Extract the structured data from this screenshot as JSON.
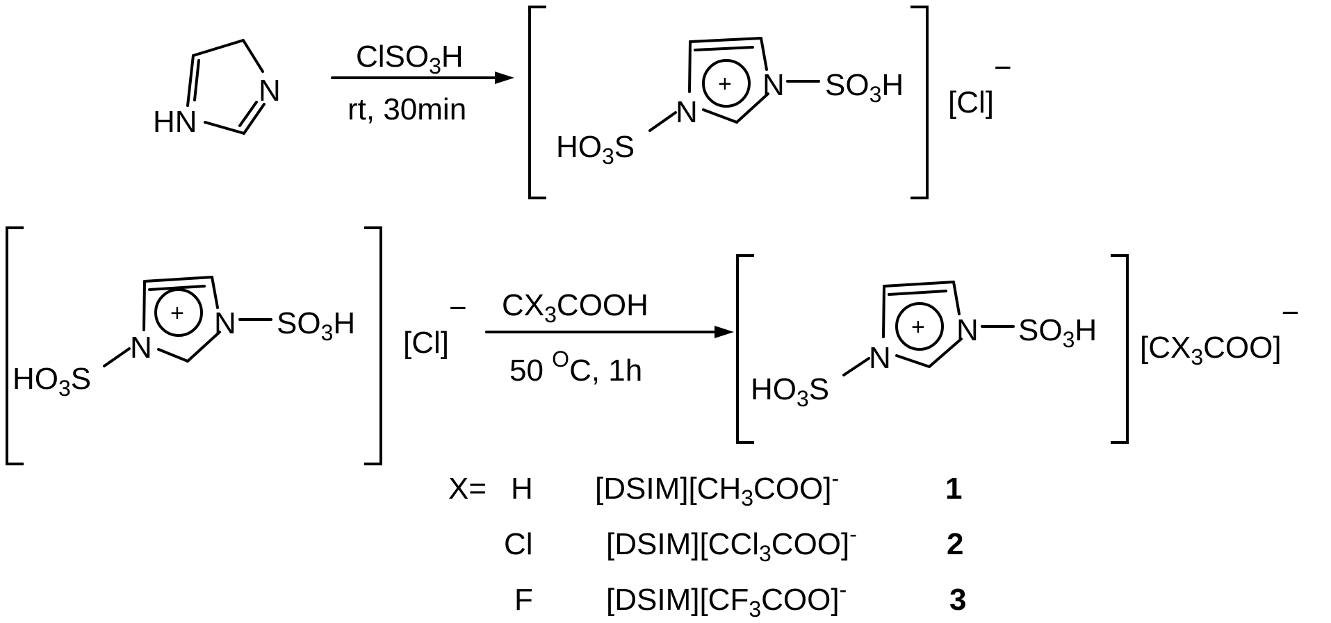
{
  "colors": {
    "ink": "#000000",
    "background": "#ffffff"
  },
  "reaction1": {
    "reactant_atoms": {
      "hn": "HN",
      "n": "N"
    },
    "reagent": {
      "main": "ClSO",
      "sub": "3",
      "tail": "H"
    },
    "conditions": "rt, 30min"
  },
  "cation_labels": {
    "n_left": "N",
    "n_right": "N",
    "charge": "+",
    "sulfonyl_right": {
      "main": "SO",
      "sub": "3",
      "tail": "H"
    },
    "sulfonyl_left": {
      "main": "HO",
      "sub": "3",
      "tail": "S"
    }
  },
  "anion_cl": {
    "text": "[Cl]",
    "charge": "−"
  },
  "reaction2": {
    "reagent": {
      "main": "CX",
      "sub": "3",
      "tail": "COOH"
    },
    "conditions": {
      "prefix": "50 ",
      "sup": "O",
      "suffix": "C, 1h"
    }
  },
  "anion_product": {
    "main": "[CX",
    "sub": "3",
    "tail": "COO]",
    "charge": "−"
  },
  "legend": {
    "x_label": "X=",
    "rows": [
      {
        "x": "H",
        "name": {
          "main": "[DSIM][CH",
          "sub": "3",
          "tail": "COO]",
          "charge": "-"
        },
        "number": "1"
      },
      {
        "x": "Cl",
        "name": {
          "main": "[DSIM][CCl",
          "sub": "3",
          "tail": "COO]",
          "charge": "-"
        },
        "number": "2"
      },
      {
        "x": "F",
        "name": {
          "main": "[DSIM][CF",
          "sub": "3",
          "tail": "COO]",
          "charge": "-"
        },
        "number": "3"
      }
    ]
  }
}
